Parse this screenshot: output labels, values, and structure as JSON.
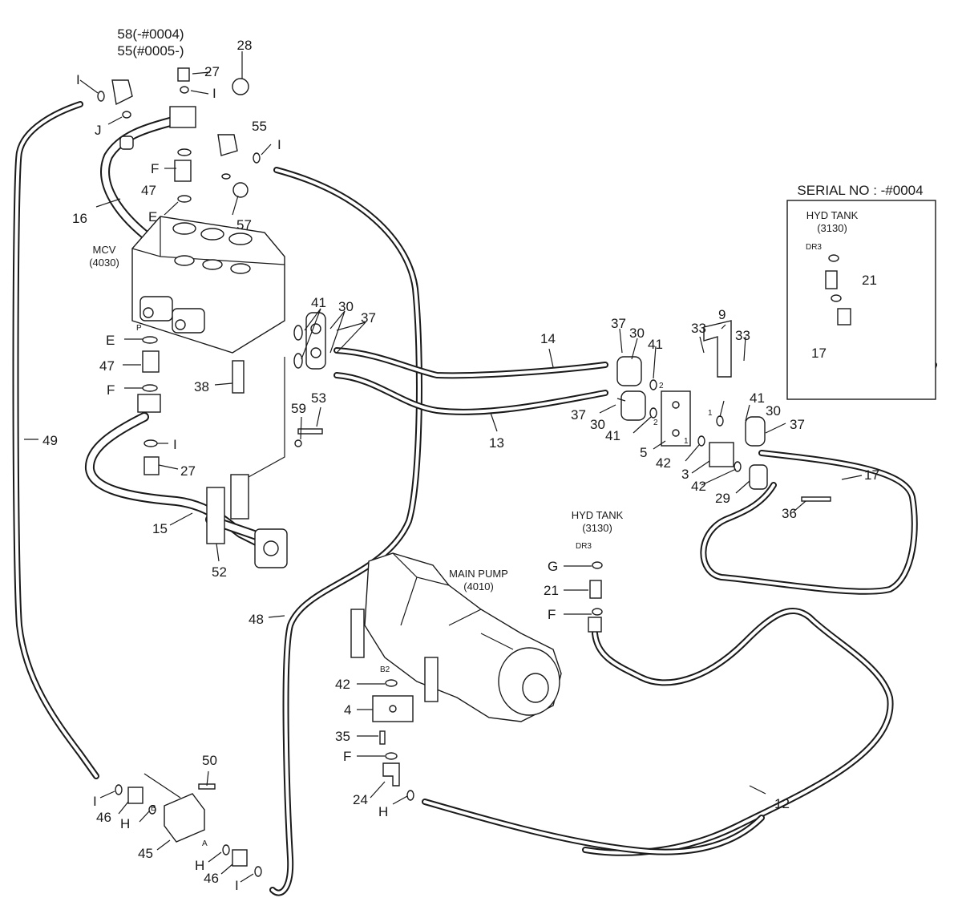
{
  "diagram": {
    "inset": {
      "title": "SERIAL NO : -#0004"
    },
    "components": {
      "mcv": {
        "name": "MCV",
        "code": "(4030)"
      },
      "main_pump": {
        "name": "MAIN PUMP",
        "code": "(4010)"
      },
      "hyd_tank_main": {
        "name": "HYD TANK",
        "code": "(3130)",
        "port": "DR3"
      },
      "hyd_tank_inset": {
        "name": "HYD TANK",
        "code": "(3130)",
        "port": "DR3"
      }
    },
    "port_marks": {
      "p": "P",
      "b2": "B2",
      "b": "B",
      "a": "A",
      "one_a": "1",
      "one_b": "1",
      "two_a": "2",
      "two_b": "2"
    },
    "callouts": {
      "c58": "58(-#0004)",
      "c55a": "55(#0005-)",
      "c28": "28",
      "c27a": "27",
      "cIa": "I",
      "cIb": "I",
      "cJ": "J",
      "c55b": "55",
      "cIc": "I",
      "cF1": "F",
      "c47a": "47",
      "cE1": "E",
      "c57": "57",
      "c16": "16",
      "c41a": "41",
      "c30a": "30",
      "c37a": "37",
      "cE2": "E",
      "c47b": "47",
      "cF2": "F",
      "c38": "38",
      "c59": "59",
      "c53": "53",
      "c49": "49",
      "cId": "I",
      "c27b": "27",
      "c15": "15",
      "c52": "52",
      "c48": "48",
      "c14": "14",
      "c13": "13",
      "c37b": "37",
      "c30b": "30",
      "c41b": "41",
      "c33a": "33",
      "c9": "9",
      "c33b": "33",
      "c37c": "37",
      "c30c": "30",
      "c41c": "41",
      "c41d": "41",
      "c30d": "30",
      "c37d": "37",
      "c5": "5",
      "c42a": "42",
      "c3": "3",
      "c42b": "42",
      "c29": "29",
      "c17a": "17",
      "c36": "36",
      "cG": "G",
      "c21a": "21",
      "cF3": "F",
      "c42c": "42",
      "c4": "4",
      "c35": "35",
      "cF4": "F",
      "c24": "24",
      "cH1": "H",
      "c12": "12",
      "c50": "50",
      "cIe": "I",
      "c46a": "46",
      "cH2": "H",
      "c45": "45",
      "cH3": "H",
      "c46b": "46",
      "cIf": "I",
      "c21b": "21",
      "c17b": "17"
    }
  }
}
